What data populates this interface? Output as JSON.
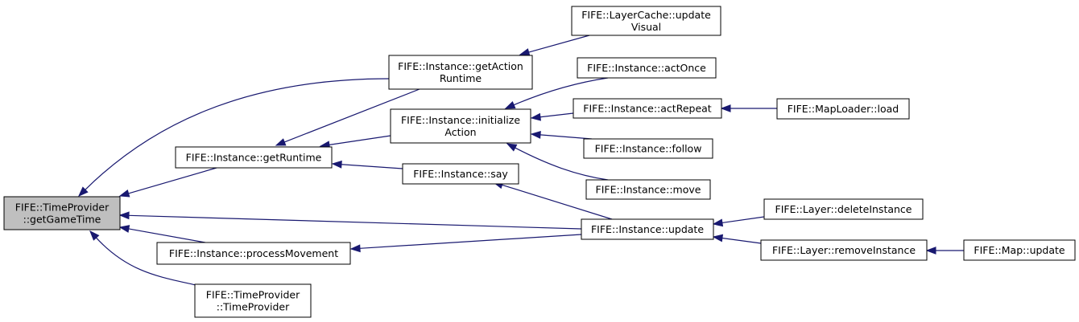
{
  "graph": {
    "colors": {
      "edge": "#191970",
      "node_fill": "#ffffff",
      "focus_fill": "#bfbfbf",
      "node_stroke": "#000000"
    },
    "nodes": [
      {
        "id": "getGameTime",
        "lines": [
          "FIFE::TimeProvider",
          "::getGameTime"
        ],
        "focus": true
      },
      {
        "id": "getRuntime",
        "lines": [
          "FIFE::Instance::getRuntime"
        ]
      },
      {
        "id": "processMovement",
        "lines": [
          "FIFE::Instance::processMovement"
        ]
      },
      {
        "id": "timeProviderCtor",
        "lines": [
          "FIFE::TimeProvider",
          "::TimeProvider"
        ]
      },
      {
        "id": "getActionRuntime",
        "lines": [
          "FIFE::Instance::getAction",
          "Runtime"
        ]
      },
      {
        "id": "initializeAction",
        "lines": [
          "FIFE::Instance::initialize",
          "Action"
        ]
      },
      {
        "id": "say",
        "lines": [
          "FIFE::Instance::say"
        ]
      },
      {
        "id": "updateVisual",
        "lines": [
          "FIFE::LayerCache::update",
          "Visual"
        ]
      },
      {
        "id": "actOnce",
        "lines": [
          "FIFE::Instance::actOnce"
        ]
      },
      {
        "id": "actRepeat",
        "lines": [
          "FIFE::Instance::actRepeat"
        ]
      },
      {
        "id": "follow",
        "lines": [
          "FIFE::Instance::follow"
        ]
      },
      {
        "id": "move",
        "lines": [
          "FIFE::Instance::move"
        ]
      },
      {
        "id": "instanceUpdate",
        "lines": [
          "FIFE::Instance::update"
        ]
      },
      {
        "id": "mapLoaderLoad",
        "lines": [
          "FIFE::MapLoader::load"
        ]
      },
      {
        "id": "deleteInstance",
        "lines": [
          "FIFE::Layer::deleteInstance"
        ]
      },
      {
        "id": "removeInstance",
        "lines": [
          "FIFE::Layer::removeInstance"
        ]
      },
      {
        "id": "mapUpdate",
        "lines": [
          "FIFE::Map::update"
        ]
      }
    ],
    "edges": [
      {
        "from": "getRuntime",
        "to": "getGameTime"
      },
      {
        "from": "getActionRuntime",
        "to": "getGameTime"
      },
      {
        "from": "instanceUpdate",
        "to": "getGameTime"
      },
      {
        "from": "processMovement",
        "to": "getGameTime"
      },
      {
        "from": "timeProviderCtor",
        "to": "getGameTime"
      },
      {
        "from": "getActionRuntime",
        "to": "getRuntime"
      },
      {
        "from": "initializeAction",
        "to": "getRuntime"
      },
      {
        "from": "say",
        "to": "getRuntime"
      },
      {
        "from": "instanceUpdate",
        "to": "processMovement"
      },
      {
        "from": "updateVisual",
        "to": "getActionRuntime"
      },
      {
        "from": "actOnce",
        "to": "initializeAction"
      },
      {
        "from": "actRepeat",
        "to": "initializeAction"
      },
      {
        "from": "follow",
        "to": "initializeAction"
      },
      {
        "from": "move",
        "to": "initializeAction"
      },
      {
        "from": "instanceUpdate",
        "to": "say"
      },
      {
        "from": "mapLoaderLoad",
        "to": "actRepeat"
      },
      {
        "from": "deleteInstance",
        "to": "instanceUpdate"
      },
      {
        "from": "removeInstance",
        "to": "instanceUpdate"
      },
      {
        "from": "mapUpdate",
        "to": "removeInstance"
      }
    ]
  }
}
